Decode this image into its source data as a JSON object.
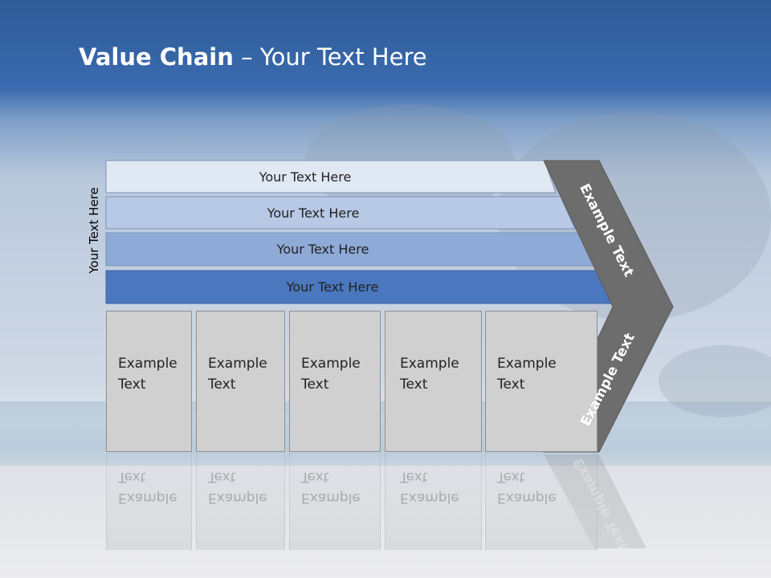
{
  "title": {
    "bold": "Value Chain",
    "rest": " – Your Text Here"
  },
  "side_label": "Your Text Here",
  "rows": [
    {
      "label": "Your Text Here",
      "color": "#dfe8f3"
    },
    {
      "label": "Your Text Here",
      "color": "#b7c9e5"
    },
    {
      "label": "Your Text Here",
      "color": "#8eaad6"
    },
    {
      "label": "Your Text Here",
      "color": "#4a77bd"
    }
  ],
  "boxes": [
    {
      "line1": "Example",
      "line2": "Text"
    },
    {
      "line1": "Example",
      "line2": "Text"
    },
    {
      "line1": "Example",
      "line2": "Text"
    },
    {
      "line1": "Example",
      "line2": "Text"
    },
    {
      "line1": "Example",
      "line2": "Text"
    }
  ],
  "chevron": {
    "upper_label": "Example Text",
    "lower_label": "Example Text",
    "color": "#6d6d6d"
  }
}
